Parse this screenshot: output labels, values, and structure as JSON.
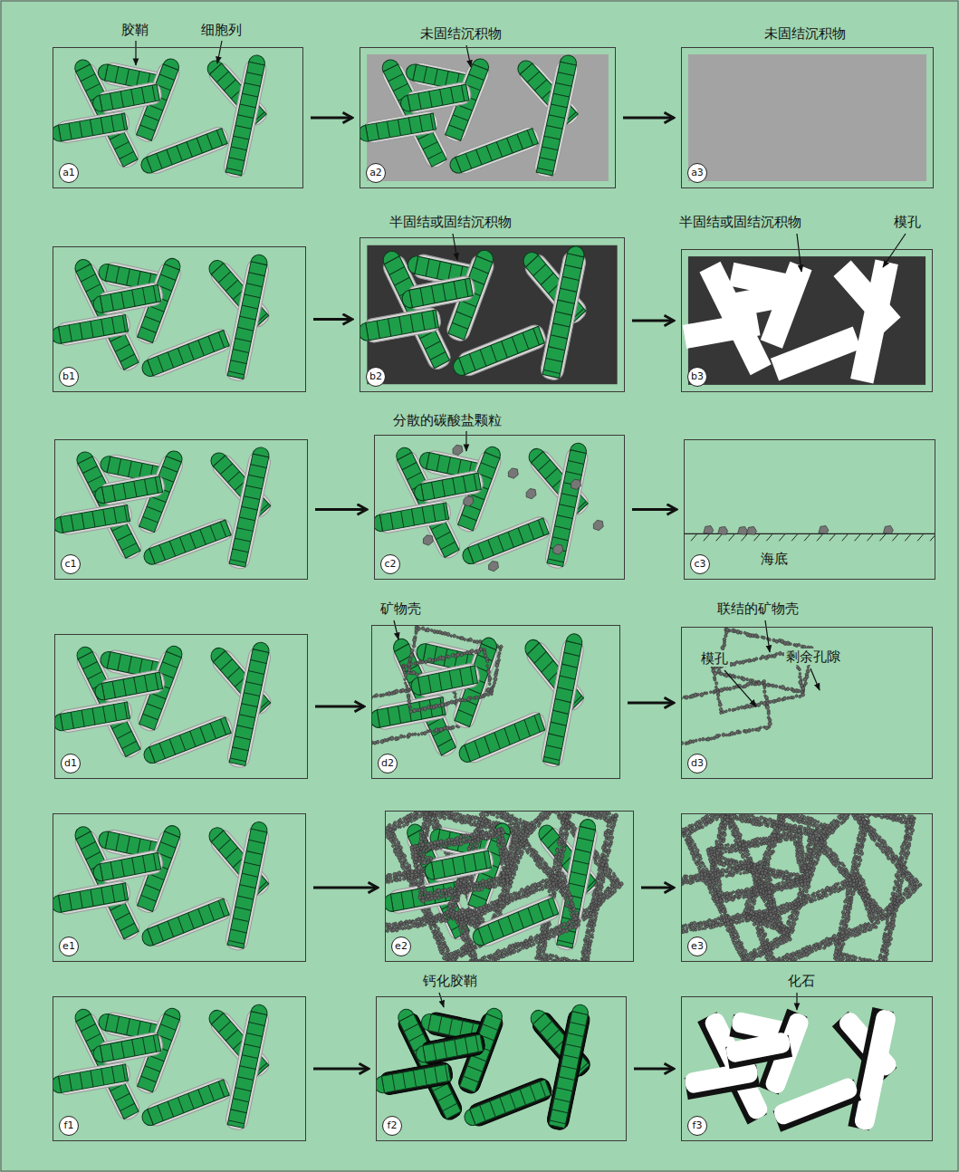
{
  "diagram": {
    "nodes": [
      {
        "text": [
          "a1"
        ]
      },
      {
        "text": [
          "a2"
        ]
      },
      {
        "text": [
          "a3"
        ]
      },
      {
        "text": [
          "b1"
        ]
      },
      {
        "text": [
          "b2"
        ]
      },
      {
        "text": [
          "b3"
        ]
      },
      {
        "text": [
          "c1"
        ]
      },
      {
        "text": [
          "c2"
        ]
      },
      {
        "text": [
          "c3"
        ]
      },
      {
        "text": [
          "d1"
        ]
      },
      {
        "text": [
          "d2"
        ]
      },
      {
        "text": [
          "d3"
        ]
      },
      {
        "text": [
          "e1"
        ]
      },
      {
        "text": [
          "e2"
        ]
      },
      {
        "text": [
          "e3"
        ]
      },
      {
        "text": [
          "f1"
        ]
      },
      {
        "text": [
          "f2"
        ]
      },
      {
        "text": [
          "f3"
        ]
      }
    ],
    "edges": [
      {
        "from": 0,
        "to": 1,
        "arrow": "to"
      },
      {
        "from": 1,
        "to": 2,
        "arrow": "to"
      },
      {
        "from": 3,
        "to": 4,
        "arrow": "to"
      },
      {
        "from": 4,
        "to": 5,
        "arrow": "to"
      },
      {
        "from": 6,
        "to": 7,
        "arrow": "to"
      },
      {
        "from": 7,
        "to": 8,
        "arrow": "to"
      },
      {
        "from": 9,
        "to": 10,
        "arrow": "to"
      },
      {
        "from": 10,
        "to": 11,
        "arrow": "to"
      },
      {
        "from": 12,
        "to": 13,
        "arrow": "to"
      },
      {
        "from": 13,
        "to": 14,
        "arrow": "to"
      },
      {
        "from": 15,
        "to": 16,
        "arrow": "to"
      },
      {
        "from": 16,
        "to": 17,
        "arrow": "to"
      }
    ],
    "labels": [
      "胶鞘",
      "细胞列",
      "未固结沉积物",
      "未固结沉积物",
      "半固结或固结沉积物",
      "半固结或固结沉积物",
      "模孔",
      "分散的碳酸盐颗粒",
      "海底",
      "矿物壳",
      "联结的矿物壳",
      "模孔",
      "剩余孔隙",
      "钙化胶鞘",
      "化石"
    ]
  }
}
